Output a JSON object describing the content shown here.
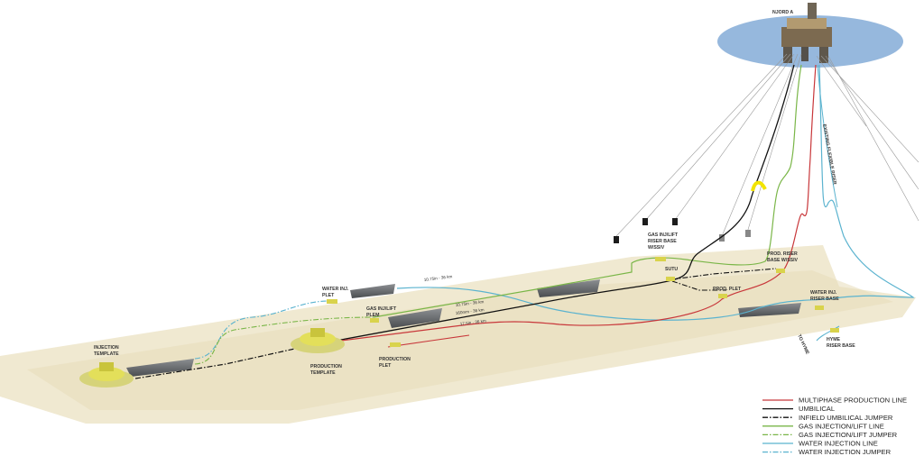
{
  "platform": {
    "name": "NJORD A"
  },
  "riser_label": "EXISTING FLEXIBLE RISER",
  "labels": {
    "injection_template": [
      "INJECTION",
      "TEMPLATE"
    ],
    "production_template": [
      "PRODUCTION",
      "TEMPLATE"
    ],
    "production_plet": [
      "PRODUCTION",
      "PLET"
    ],
    "water_inj_plet": [
      "WATER INJ.",
      "PLET"
    ],
    "gas_inj_plem": [
      "GAS INJ/LIFT",
      "PLEM"
    ],
    "gas_riser_base": [
      "GAS INJ/LIFT",
      "RISER BASE",
      "W/SSIV"
    ],
    "sutu": "SUTU",
    "prod_riser_base": [
      "PROD. RISER",
      "BASE W/SSIV"
    ],
    "prod_plet": "PROD. PLET",
    "water_inj_riser_base": [
      "WATER INJ.",
      "RISER BASE"
    ],
    "hyme_riser_base": [
      "HYME",
      "RISER BASE"
    ],
    "to_hyme": "TO HYME"
  },
  "pipe_specs": {
    "water": "10.75in - 36 km",
    "gas": "10.75in - 36 km",
    "umbilical": "160mm - 36 km",
    "production": "17.5in - 36 km"
  },
  "legend": [
    {
      "label": "MULTIPHASE PRODUCTION LINE",
      "color": "#c8373a",
      "style": "solid"
    },
    {
      "label": "UMBILICAL",
      "color": "#111111",
      "style": "solid"
    },
    {
      "label": "INFIELD UMBILICAL JUMPER",
      "color": "#111111",
      "style": "dashdot"
    },
    {
      "label": "GAS INJECTION/LIFT LINE",
      "color": "#7ab648",
      "style": "solid"
    },
    {
      "label": "GAS INJECTION/LIFT JUMPER",
      "color": "#7ab648",
      "style": "dashdot"
    },
    {
      "label": "WATER INJECTION LINE",
      "color": "#5bb3cf",
      "style": "solid"
    },
    {
      "label": "WATER INJECTION JUMPER",
      "color": "#5bb3cf",
      "style": "dashdot"
    }
  ]
}
